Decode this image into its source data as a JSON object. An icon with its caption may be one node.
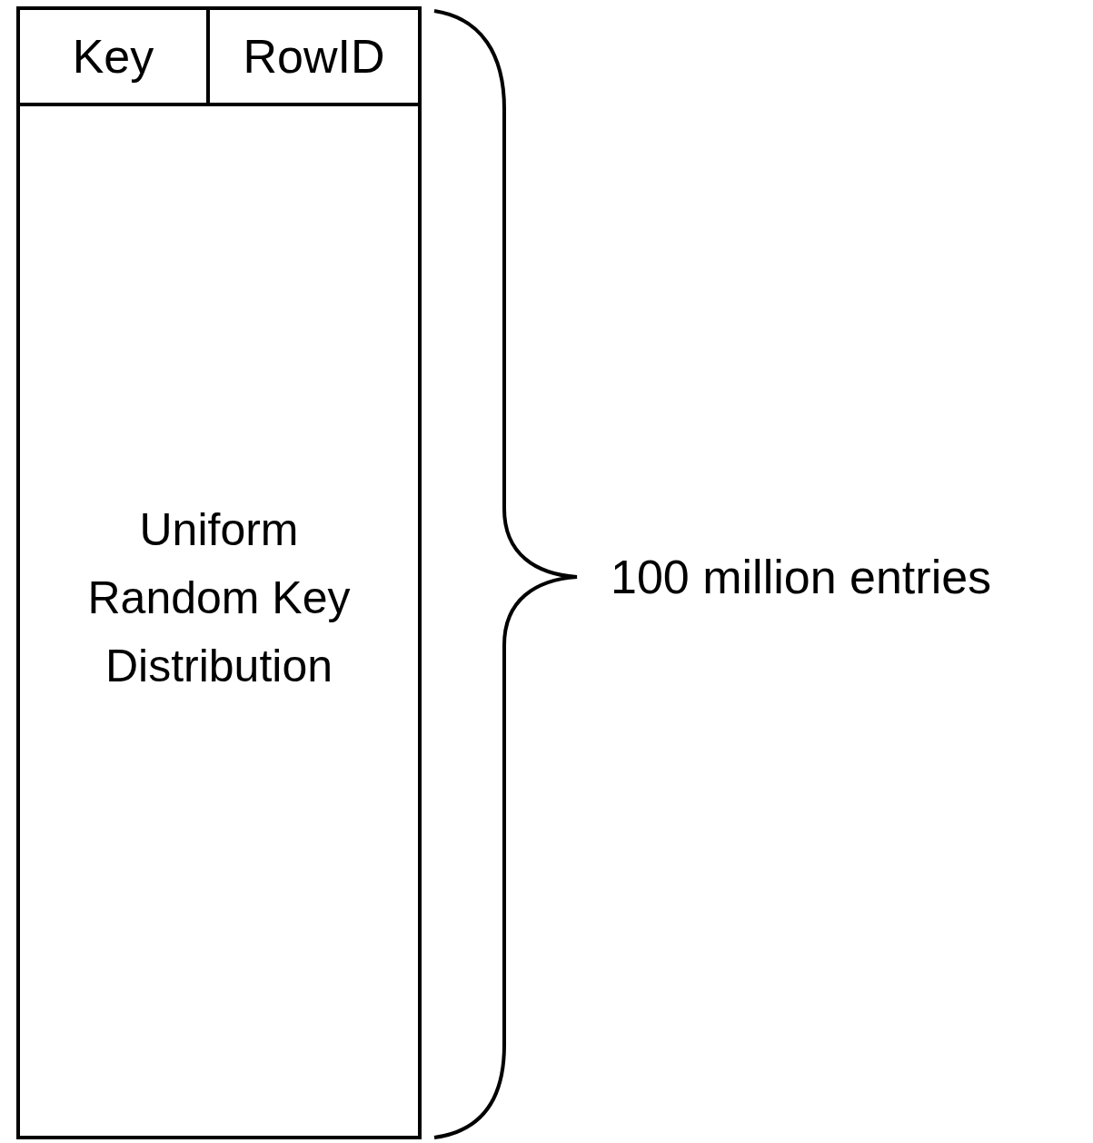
{
  "diagram": {
    "nodes": [
      {
        "text": [],
        "shape": "box"
      },
      {
        "text": [
          "Key"
        ],
        "in": 0
      },
      {
        "text": [
          "RowID"
        ],
        "in": 0
      },
      {
        "text": [
          "Uniform Random Key Distribution"
        ],
        "in": 0
      }
    ],
    "labels": [
      "100 million entries"
    ]
  }
}
